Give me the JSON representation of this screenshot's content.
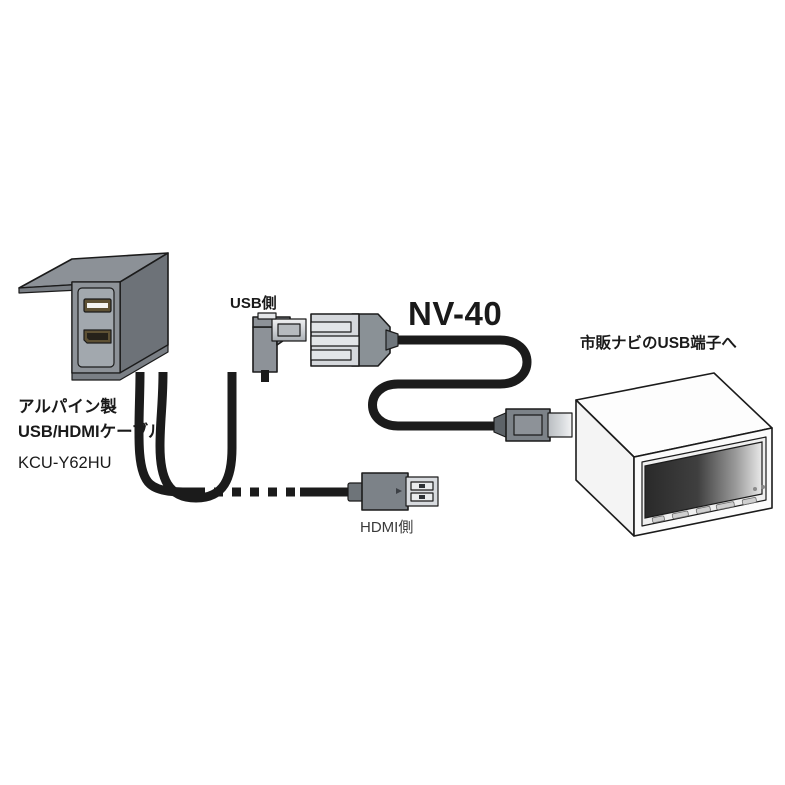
{
  "diagram": {
    "title": "NV-40",
    "background_color": "#ffffff",
    "labels": {
      "product_model": "NV-40",
      "usb_side": "USB側",
      "hdmi_side": "HDMI側",
      "destination": "市販ナビのUSB端子へ",
      "part_brand": "アルパイン製",
      "part_type": "USB/HDMIケーブル",
      "part_model": "KCU-Y62HU"
    },
    "components": [
      {
        "id": "panel-unit",
        "name": "alpine-usb-hdmi-panel",
        "description": "アルパイン製 USB/HDMIケーブル パネルユニット",
        "ports": [
          "USB-A",
          "HDMI"
        ],
        "body_color": "#8d9298",
        "face_color": "#9aa0a6",
        "port_color": "#6b5c3e"
      },
      {
        "id": "usb-right-angle-plug",
        "name": "usb-right-angle-plug",
        "description": "L字USBプラグ",
        "body_color": "#8d9298",
        "tip_color": "#e8eaec"
      },
      {
        "id": "nv40-connector",
        "name": "nv40-inline-connector",
        "description": "NV-40 中継コネクター",
        "body_color": "#d5d8dc",
        "shade_color": "#8a9196"
      },
      {
        "id": "hdmi-plug",
        "name": "hdmi-plug",
        "description": "HDMIプラグ",
        "body_color": "#6e7479",
        "tip_color": "#d8dbdf"
      },
      {
        "id": "usb-plug-nav",
        "name": "usb-plug-navigation-end",
        "description": "ナビ接続側USBプラグ",
        "body_color": "#6e7479",
        "tip_color": "#c9ccd0"
      },
      {
        "id": "navigation-unit",
        "name": "car-navigation-head-unit",
        "description": "市販ナビ本体",
        "body_color": "#ffffff",
        "screen_color": "#2b2b2b"
      }
    ],
    "cables": [
      {
        "id": "usb-branch",
        "name": "usb-cable-branch",
        "style": "solid",
        "color": "#1b1b1b"
      },
      {
        "id": "hdmi-branch",
        "name": "hdmi-cable-branch",
        "style": "dashed",
        "color": "#1b1b1b"
      },
      {
        "id": "nv40-cable",
        "name": "nv40-cable",
        "style": "solid-serpentine",
        "color": "#1b1b1b"
      }
    ]
  }
}
